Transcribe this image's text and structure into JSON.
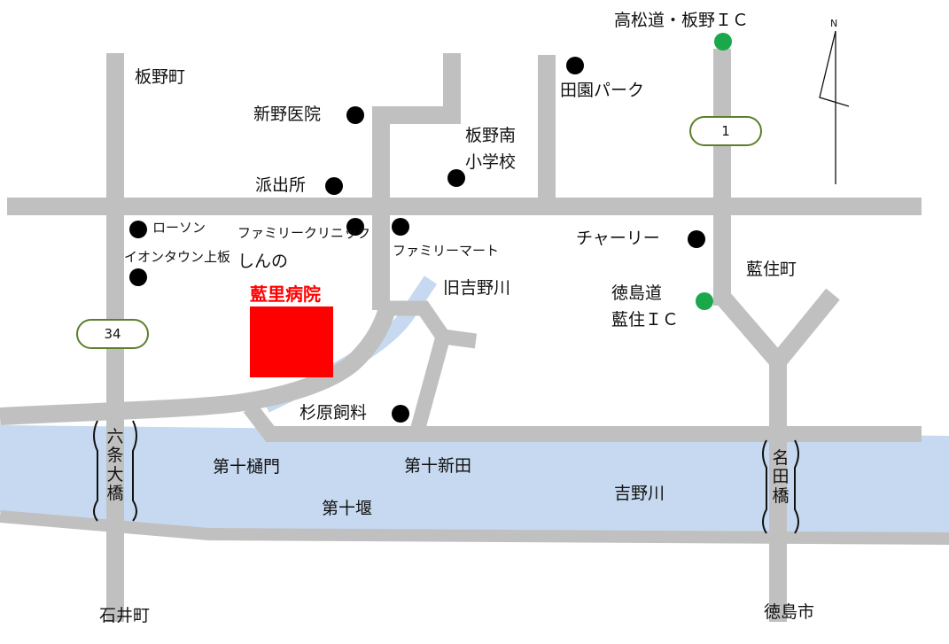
{
  "map": {
    "colors": {
      "river": "#c6d9f0",
      "road": "#c0c0c0",
      "hospital": "#ff0000",
      "ic_marker": "#1aa84a",
      "landmark": "#000000",
      "shield_border": "#5b7f2a"
    },
    "compass": {
      "north_label": "N"
    },
    "hospital": {
      "name": "藍里病院"
    },
    "route_shields": [
      {
        "number": "1"
      },
      {
        "number": "34"
      }
    ],
    "interchanges": [
      {
        "name": "高松道・板野ＩＣ"
      },
      {
        "name_line1": "徳島道",
        "name_line2": "藍住ＩＣ"
      }
    ],
    "landmarks": {
      "shinno": "新野医院",
      "police_box": "派出所",
      "denen_park": "田園パーク",
      "school_line1": "板野南",
      "school_line2": "小学校",
      "lawson": "ローソン",
      "aeon": "イオンタウン上板",
      "clinic_line1": "ファミリークリニック",
      "clinic_line2": "しんの",
      "familymart": "ファミリーマート",
      "charley": "チャーリー",
      "sugihara": "杉原飼料"
    },
    "areas": {
      "itano": "板野町",
      "aizumi": "藍住町",
      "ishii": "石井町",
      "tokushima": "徳島市",
      "dai10_himon": "第十樋門",
      "dai10_shinden": "第十新田",
      "dai10_seki": "第十堰"
    },
    "rivers": {
      "yoshino": "吉野川",
      "old_yoshino": "旧吉野川"
    },
    "bridges": {
      "rokujo": "六条大橋",
      "myoden": "名田橋"
    }
  }
}
